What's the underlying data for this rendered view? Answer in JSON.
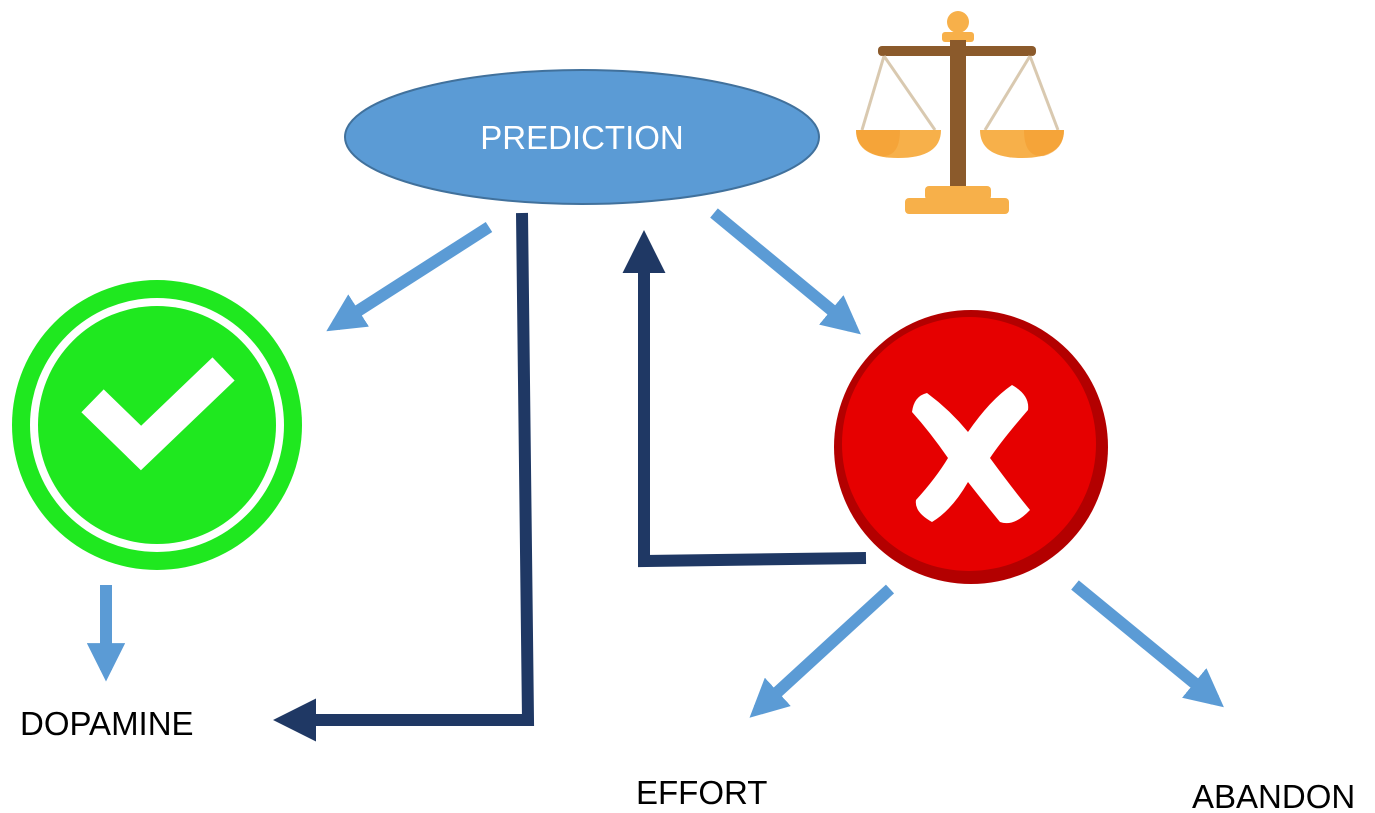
{
  "nodes": {
    "prediction": {
      "label": "PREDICTION"
    },
    "dopamine": {
      "label": "DOPAMINE"
    },
    "effort": {
      "label": "EFFORT"
    },
    "abandon": {
      "label": "ABANDON"
    }
  },
  "icons": {
    "success": "check-circle-icon",
    "failure": "x-circle-icon",
    "balance": "balance-scale-icon"
  },
  "colors": {
    "ellipse_fill": "#5b9bd5",
    "ellipse_stroke": "#41719c",
    "ellipse_text": "#ffffff",
    "arrow_light": "#5b9bd5",
    "arrow_dark": "#1f3864",
    "success_green": "#1fe81f",
    "failure_red": "#e60000",
    "scale_brown": "#8b5a2b",
    "scale_orange": "#f7b04a"
  }
}
